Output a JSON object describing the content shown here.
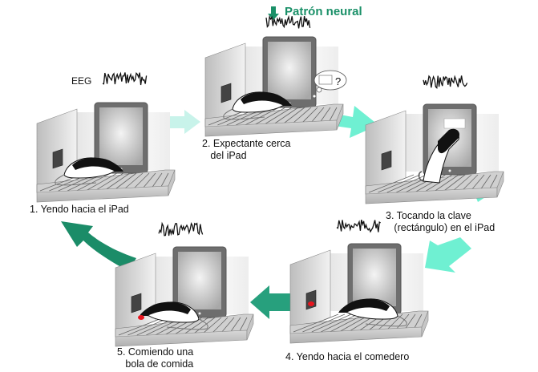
{
  "diagram": {
    "title": "Patrón neural",
    "eeg_label": "EEG",
    "colors": {
      "title_green": "#1a9068",
      "arrow_light": "#c8f3ea",
      "arrow_mid": "#6ff0d2",
      "arrow_dark": "#27a07d",
      "arrow_darker": "#1b8c68",
      "reward_red": "#e8141e",
      "tablet_frame": "#6e6e6e"
    },
    "steps": [
      {
        "number": 1,
        "label": "1. Yendo hacia el iPad",
        "rat_pose": "walking",
        "cue_shown": false,
        "pellet": false
      },
      {
        "number": 2,
        "label": "2. Expectante cerca\n   del iPad",
        "rat_pose": "waiting",
        "cue_shown": false,
        "pellet": false,
        "thought_bubble": "?"
      },
      {
        "number": 3,
        "label": "3. Tocando la clave\n   (rectángulo) en el iPad",
        "rat_pose": "rearing",
        "cue_shown": true,
        "pellet": false
      },
      {
        "number": 4,
        "label": "4. Yendo hacia el comedero",
        "rat_pose": "walking",
        "cue_shown": false,
        "pellet": true
      },
      {
        "number": 5,
        "label": "5. Comiendo una\n   bola de comida",
        "rat_pose": "eating",
        "cue_shown": false,
        "pellet": true
      }
    ]
  }
}
